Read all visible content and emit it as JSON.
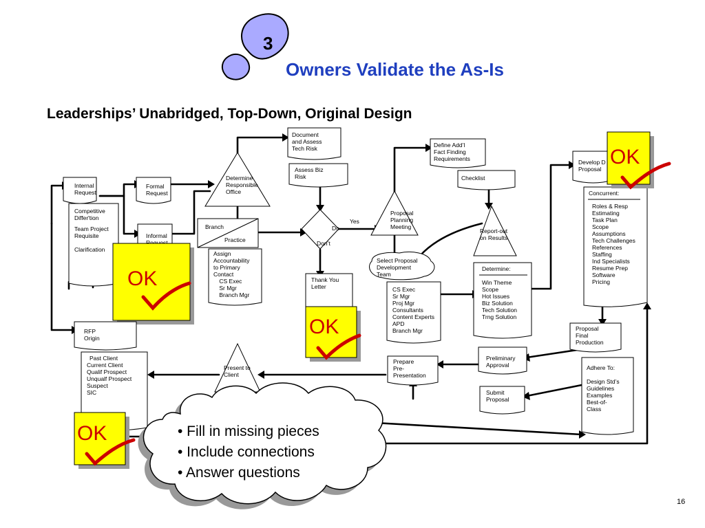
{
  "header": {
    "step_number": "3",
    "title": "Owners Validate the As-Is",
    "subtitle": "Leaderships’ Unabridged, Top-Down, Original Design"
  },
  "ok_label": "OK",
  "nodes": {
    "internal_request": [
      "Internal",
      "Request"
    ],
    "formal_request": [
      "Formal",
      "Request"
    ],
    "informal_request": [
      "Informal",
      "Request"
    ],
    "left_list": [
      "Competitive",
      "Differ'tion",
      "",
      "Team Project",
      "Requisite",
      "",
      "Clarification"
    ],
    "determine_responsible": [
      "Determine",
      "Responsible",
      "Office"
    ],
    "branch": "Branch",
    "practice": "Practice",
    "assign": [
      "Assign",
      "Accountability",
      "to Primary",
      "Contact",
      "  CS Exec",
      "  Sr Mgr",
      "  Branch Mgr"
    ],
    "document_assess": [
      "Document",
      "and Assess",
      "Tech Risk"
    ],
    "assess_biz": [
      "Assess Biz",
      "Risk"
    ],
    "decision_do": "Do",
    "decision_dont": "Don’t",
    "yes": "Yes",
    "thank_you": [
      "Thank You",
      "Letter"
    ],
    "proposal_planning": [
      "Proposal",
      "Planning",
      "Meeting"
    ],
    "define_addl": [
      "Define Add’l",
      "Fact Finding",
      "Requirements"
    ],
    "checklist": "Checklist",
    "report_out": [
      "Report-out",
      "on Results"
    ],
    "select_team": [
      "Select Proposal",
      "Development",
      "Team"
    ],
    "team_list": [
      "CS Exec",
      "Sr Mgr",
      "Proj Mgr",
      "Consultants",
      "Content Experts",
      "APD",
      "Branch Mgr"
    ],
    "determine_label": "Determine:",
    "determine_list": [
      "Win Theme",
      "Scope",
      "Hot Issues",
      "Biz Solution",
      "Tech Solution",
      "Trng Solution"
    ],
    "develop": [
      "Develop D",
      "Proposal"
    ],
    "concurrent_label": "Concurrent:",
    "concurrent_list": [
      "Roles & Resp",
      "Estimating",
      "Task Plan",
      "Scope",
      "Assumptions",
      "Tech Challenges",
      "References",
      "Staffing",
      "Ind Specialists",
      "Resume Prep",
      "Software",
      "Pricing"
    ],
    "rfp_origin": [
      "RFP",
      "Origin"
    ],
    "rfp_list": [
      "Past Client",
      "Current Client",
      "Qualif Prospect",
      "Unqualf Prospect",
      "Suspect",
      "SIC"
    ],
    "present_to_client": [
      "Present to",
      "Client"
    ],
    "prepare": [
      "Prepare",
      "Pre-",
      "Presentation"
    ],
    "preliminary": [
      "Preliminary",
      "Approval"
    ],
    "submit": [
      "Submit",
      "Proposal"
    ],
    "final_production": [
      "Proposal",
      "Final",
      "Production"
    ],
    "adhere_label": "Adhere To:",
    "adhere_list": [
      "Design Std’s",
      "Guidelines",
      "Examples",
      "Best-of-",
      "Class"
    ]
  },
  "callout_bullets": [
    "• Fill in missing pieces",
    "• Include connections",
    "• Answer questions"
  ],
  "page_number": "16",
  "colors": {
    "title": "#1f3fbf",
    "ok_badge": "#ffff00",
    "ok_text": "#cc0000",
    "footprint": "#aaaaff"
  }
}
